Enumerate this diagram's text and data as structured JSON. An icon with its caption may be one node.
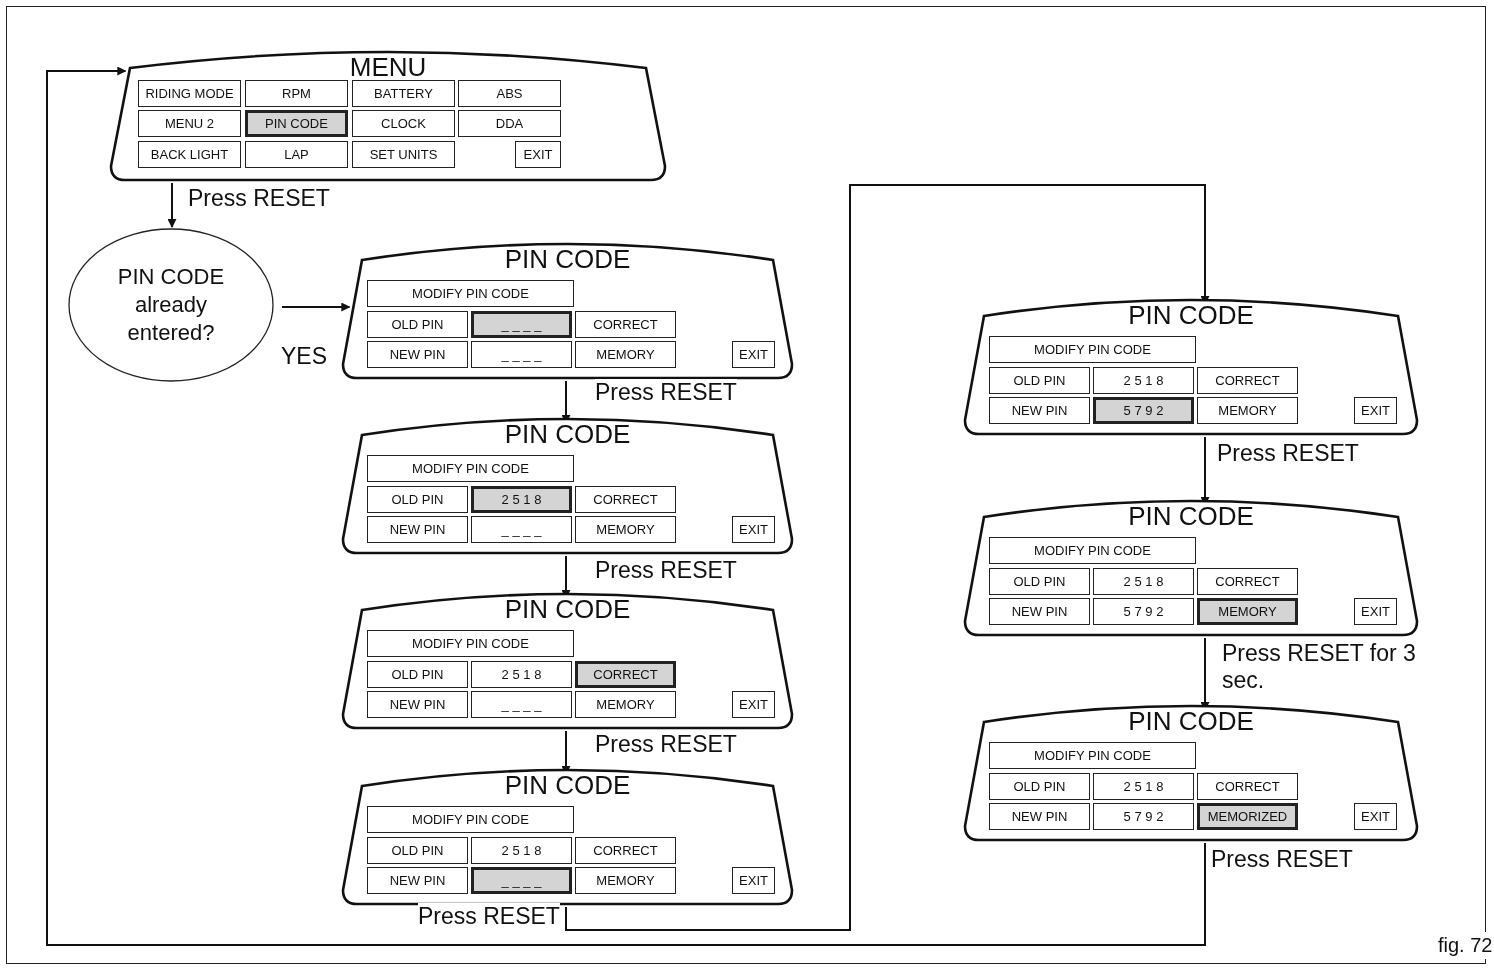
{
  "diagram": {
    "nodes": [
      {
        "text": [
          "MENU"
        ]
      },
      {
        "text": [
          "RIDING MODE"
        ],
        "in": 0
      },
      {
        "text": [
          "RPM"
        ],
        "in": 0
      },
      {
        "text": [
          "BATTERY"
        ],
        "in": 0
      },
      {
        "text": [
          "ABS"
        ],
        "in": 0
      },
      {
        "text": [
          "MENU 2"
        ],
        "in": 0
      },
      {
        "text": [
          "PIN CODE"
        ],
        "in": 0
      },
      {
        "text": [
          "CLOCK"
        ],
        "in": 0
      },
      {
        "text": [
          "DDA"
        ],
        "in": 0
      },
      {
        "text": [
          "BACK LIGHT"
        ],
        "in": 0
      },
      {
        "text": [
          "LAP"
        ],
        "in": 0
      },
      {
        "text": [
          "SET UNITS"
        ],
        "in": 0
      },
      {
        "text": [
          "EXIT"
        ],
        "in": 0
      },
      {
        "text": [
          "PIN CODE already entered?"
        ]
      },
      {
        "text": [
          "PIN CODE"
        ]
      },
      {
        "text": [
          "MODIFY PIN CODE"
        ],
        "in": 14
      },
      {
        "text": [
          "OLD PIN"
        ],
        "in": 14
      },
      {
        "text": [
          "_ _ _ _"
        ],
        "in": 14
      },
      {
        "text": [
          "CORRECT"
        ],
        "in": 14
      },
      {
        "text": [
          "NEW PIN"
        ],
        "in": 14
      },
      {
        "text": [
          "_ _ _ _"
        ],
        "in": 14
      },
      {
        "text": [
          "MEMORY"
        ],
        "in": 14
      },
      {
        "text": [
          "EXIT"
        ],
        "in": 14
      },
      {
        "text": [
          "PIN CODE"
        ]
      },
      {
        "text": [
          "MODIFY PIN CODE"
        ],
        "in": 23
      },
      {
        "text": [
          "OLD PIN"
        ],
        "in": 23
      },
      {
        "text": [
          "2 5 1 8"
        ],
        "in": 23
      },
      {
        "text": [
          "CORRECT"
        ],
        "in": 23
      },
      {
        "text": [
          "NEW PIN"
        ],
        "in": 23
      },
      {
        "text": [
          "_ _ _ _"
        ],
        "in": 23
      },
      {
        "text": [
          "MEMORY"
        ],
        "in": 23
      },
      {
        "text": [
          "EXIT"
        ],
        "in": 23
      },
      {
        "text": [
          "PIN CODE"
        ]
      },
      {
        "text": [
          "MODIFY PIN CODE"
        ],
        "in": 32
      },
      {
        "text": [
          "OLD PIN"
        ],
        "in": 32
      },
      {
        "text": [
          "2 5 1 8"
        ],
        "in": 32
      },
      {
        "text": [
          "CORRECT"
        ],
        "in": 32
      },
      {
        "text": [
          "NEW PIN"
        ],
        "in": 32
      },
      {
        "text": [
          "_ _ _ _"
        ],
        "in": 32
      },
      {
        "text": [
          "MEMORY"
        ],
        "in": 32
      },
      {
        "text": [
          "EXIT"
        ],
        "in": 32
      },
      {
        "text": [
          "PIN CODE"
        ]
      },
      {
        "text": [
          "MODIFY PIN CODE"
        ],
        "in": 41
      },
      {
        "text": [
          "OLD PIN"
        ],
        "in": 41
      },
      {
        "text": [
          "2 5 1 8"
        ],
        "in": 41
      },
      {
        "text": [
          "CORRECT"
        ],
        "in": 41
      },
      {
        "text": [
          "NEW PIN"
        ],
        "in": 41
      },
      {
        "text": [
          "_ _ _ _"
        ],
        "in": 41
      },
      {
        "text": [
          "MEMORY"
        ],
        "in": 41
      },
      {
        "text": [
          "EXIT"
        ],
        "in": 41
      },
      {
        "text": [
          "PIN CODE"
        ]
      },
      {
        "text": [
          "MODIFY PIN CODE"
        ],
        "in": 50
      },
      {
        "text": [
          "OLD PIN"
        ],
        "in": 50
      },
      {
        "text": [
          "2 5 1 8"
        ],
        "in": 50
      },
      {
        "text": [
          "CORRECT"
        ],
        "in": 50
      },
      {
        "text": [
          "NEW PIN"
        ],
        "in": 50
      },
      {
        "text": [
          "5 7 9 2"
        ],
        "in": 50
      },
      {
        "text": [
          "MEMORY"
        ],
        "in": 50
      },
      {
        "text": [
          "EXIT"
        ],
        "in": 50
      },
      {
        "text": [
          "PIN CODE"
        ]
      },
      {
        "text": [
          "MODIFY PIN CODE"
        ],
        "in": 59
      },
      {
        "text": [
          "OLD PIN"
        ],
        "in": 59
      },
      {
        "text": [
          "2 5 1 8"
        ],
        "in": 59
      },
      {
        "text": [
          "CORRECT"
        ],
        "in": 59
      },
      {
        "text": [
          "NEW PIN"
        ],
        "in": 59
      },
      {
        "text": [
          "5 7 9 2"
        ],
        "in": 59
      },
      {
        "text": [
          "MEMORY"
        ],
        "in": 59
      },
      {
        "text": [
          "EXIT"
        ],
        "in": 59
      },
      {
        "text": [
          "PIN CODE"
        ]
      },
      {
        "text": [
          "MODIFY PIN CODE"
        ],
        "in": 68
      },
      {
        "text": [
          "OLD PIN"
        ],
        "in": 68
      },
      {
        "text": [
          "2 5 1 8"
        ],
        "in": 68
      },
      {
        "text": [
          "CORRECT"
        ],
        "in": 68
      },
      {
        "text": [
          "NEW PIN"
        ],
        "in": 68
      },
      {
        "text": [
          "5 7 9 2"
        ],
        "in": 68
      },
      {
        "text": [
          "MEMORIZED"
        ],
        "in": 68
      },
      {
        "text": [
          "EXIT"
        ],
        "in": 68
      }
    ],
    "edges": [
      {
        "from": 0,
        "to": 13,
        "arrow": "to",
        "label": "Press RESET"
      },
      {
        "from": 13,
        "to": 14,
        "arrow": "to",
        "label": "YES"
      },
      {
        "from": 14,
        "to": 23,
        "arrow": "to",
        "label": "Press RESET"
      },
      {
        "from": 23,
        "to": 32,
        "arrow": "to",
        "label": "Press RESET"
      },
      {
        "from": 32,
        "to": 41,
        "arrow": "to",
        "label": "Press RESET"
      },
      {
        "from": 41,
        "to": 50,
        "arrow": "to",
        "label": "Press RESET"
      },
      {
        "from": 50,
        "to": 59,
        "arrow": "to",
        "label": "Press RESET"
      },
      {
        "from": 59,
        "to": 68,
        "arrow": "to",
        "label": "Press RESET for 3 sec."
      },
      {
        "from": 68,
        "to": 0,
        "arrow": "to",
        "label": "Press RESET"
      }
    ],
    "labels": [
      "fig. 72"
    ]
  }
}
